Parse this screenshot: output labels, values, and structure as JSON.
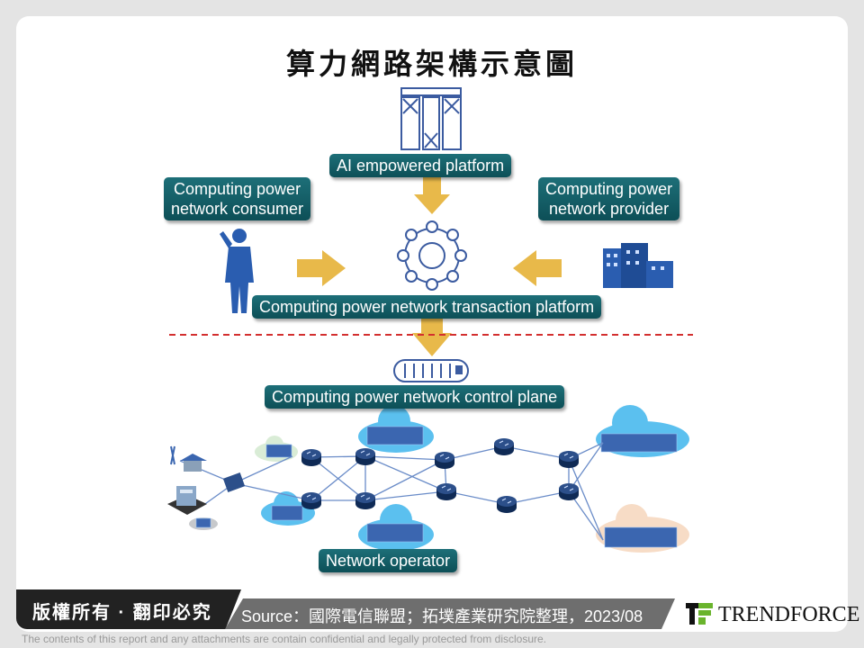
{
  "title": "算力網路架構示意圖",
  "labels": {
    "ai_platform": "AI empowered platform",
    "consumer_line1": "Computing power",
    "consumer_line2": "network consumer",
    "provider_line1": "Computing power",
    "provider_line2": "network provider",
    "transaction": "Computing power network transaction platform",
    "control": "Computing power network control plane",
    "operator": "Network operator"
  },
  "footer": {
    "copyright": "版權所有 · 翻印必究",
    "source": "Source：國際電信聯盟；拓墣產業研究院整理，2023/08",
    "brand": "TRENDFORCE",
    "disclaimer": "The contents of this report and any attachments are contain confidential and legally protected from disclosure."
  },
  "colors": {
    "label_bg": "#0d4f57",
    "arrow": "#e8b94a",
    "network_blue": "#1f3a6e",
    "cloud_blue": "#5bc0ef",
    "divider": "#d32f2f",
    "logo_green": "#6ab42d"
  }
}
